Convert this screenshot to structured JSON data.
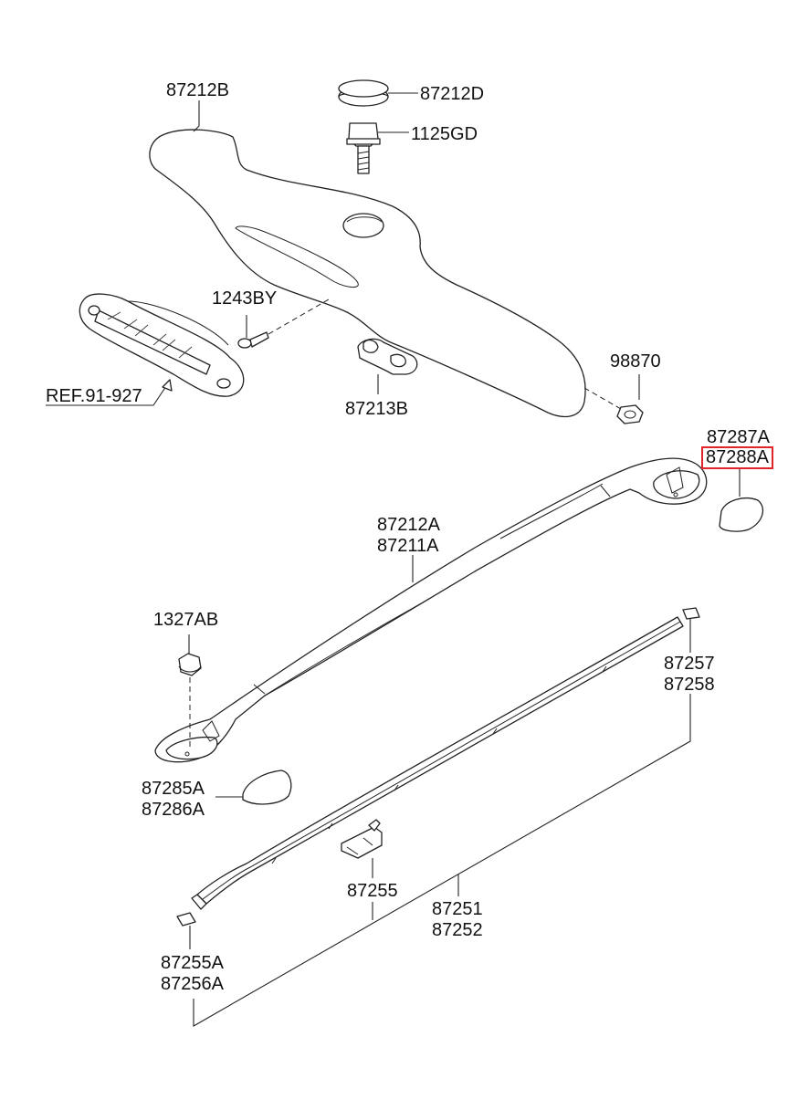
{
  "labels": {
    "p87212B": "87212B",
    "p87212D": "87212D",
    "p1125GD": "1125GD",
    "p1243BY": "1243BY",
    "ref": "REF.91-927",
    "p87213B": "87213B",
    "p98870": "98870",
    "p87287A": "87287A",
    "p87288A": "87288A",
    "p87212A": "87212A",
    "p87211A": "87211A",
    "p1327AB": "1327AB",
    "p87257": "87257",
    "p87258": "87258",
    "p87285A": "87285A",
    "p87286A": "87286A",
    "p87255": "87255",
    "p87251": "87251",
    "p87252": "87252",
    "p87255A": "87255A",
    "p87256A": "87256A"
  },
  "highlight": {
    "part": "87288A",
    "color": "#e0242a"
  }
}
